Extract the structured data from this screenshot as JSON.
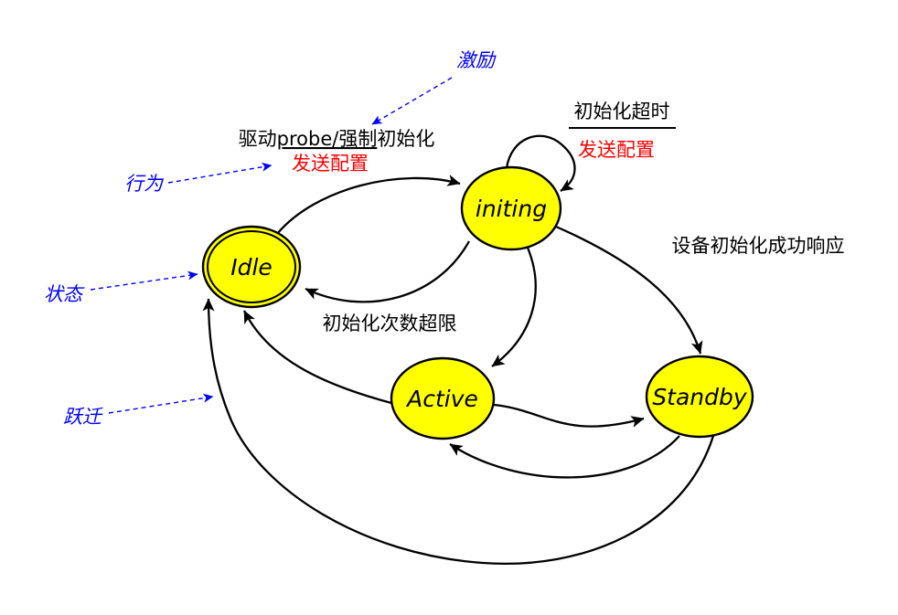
{
  "colors": {
    "background": "#ffffff",
    "state_fill": "#ffff00",
    "state_border": "#000000",
    "transition_line": "#000000",
    "annotation_blue": "#0000ff",
    "action_red": "#ff0000",
    "label_black": "#000000"
  },
  "states": {
    "idle": {
      "label": "Idle",
      "type": "double-ellipse"
    },
    "initing": {
      "label": "initing",
      "type": "ellipse"
    },
    "active": {
      "label": "Active",
      "type": "ellipse"
    },
    "standby": {
      "label": "Standby",
      "type": "ellipse"
    }
  },
  "transition_labels": {
    "idle_to_initing": {
      "trigger_prefix": "驱动",
      "trigger_underlined": "probe/强制",
      "trigger_suffix": "初始化",
      "action": "发送配置"
    },
    "initing_self_loop": {
      "trigger": "初始化超时",
      "action": "发送配置"
    },
    "initing_to_standby": {
      "label": "设备初始化成功响应"
    },
    "initing_to_idle": {
      "label": "初始化次数超限"
    }
  },
  "annotations": {
    "stimulus": {
      "label": "激励"
    },
    "behavior": {
      "label": "行为"
    },
    "state": {
      "label": "状态"
    },
    "transition": {
      "label": "跃迁"
    }
  }
}
